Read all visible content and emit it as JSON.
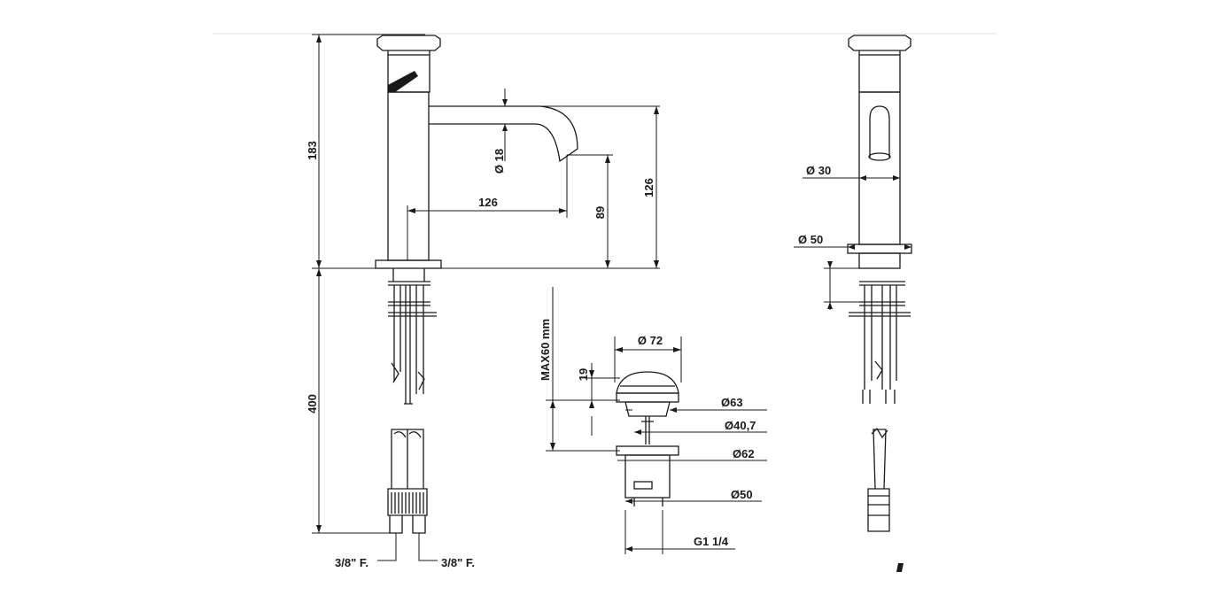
{
  "tap_front": {
    "height_total": "183",
    "spout_diameter": "Ø 18",
    "spout_reach": "126",
    "outlet_height": "89",
    "spout_height": "126",
    "below_deck": "400",
    "connection_left": "3/8\" F.",
    "connection_right": "3/8\" F."
  },
  "waste": {
    "max_thickness": "MAX60 mm",
    "cap_diameter": "Ø 72",
    "cap_height": "19",
    "d63": "Ø63",
    "d40": "Ø40,7",
    "d62": "Ø62",
    "d50": "Ø50",
    "thread": "G1 1/4"
  },
  "tap_side": {
    "body_diameter": "Ø  30",
    "base_diameter": "Ø  50"
  }
}
